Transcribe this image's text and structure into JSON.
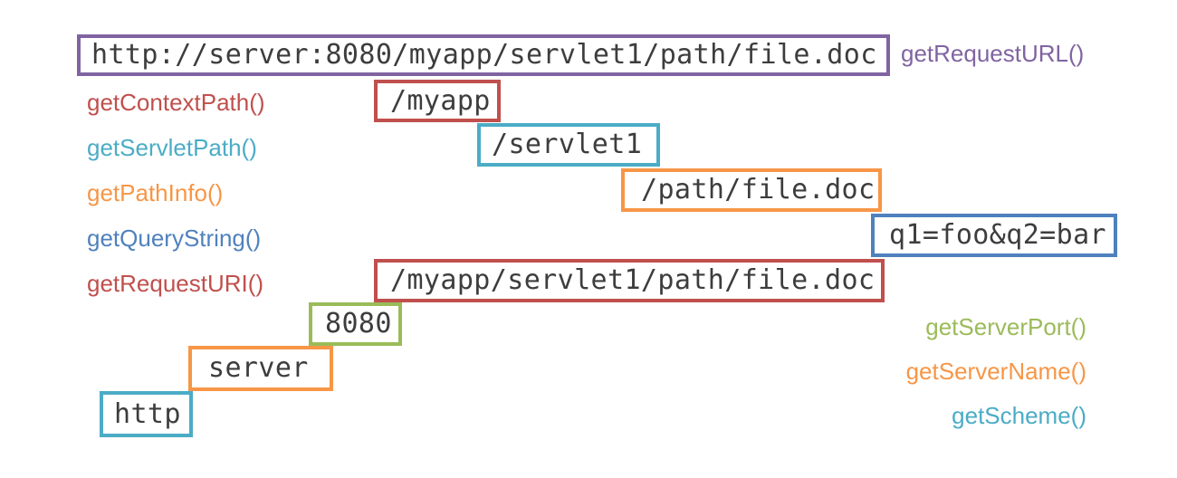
{
  "palette": {
    "purple": "#8064a2",
    "red": "#c0504d",
    "teal": "#4bacc6",
    "orange": "#f79646",
    "blue": "#4f81bd",
    "green": "#9bbb59",
    "code_text": "#3d3d3d",
    "background": "#ffffff"
  },
  "values": {
    "request_url": "http://server:8080/myapp/servlet1/path/file.doc",
    "context_path": "/myapp",
    "servlet_path": "/servlet1",
    "path_info": "/path/file.doc",
    "query_string": "q1=foo&q2=bar",
    "request_uri": "/myapp/servlet1/path/file.doc",
    "server_port": "8080",
    "server_name": "server",
    "scheme": "http"
  },
  "labels": {
    "request_url": "getRequestURL()",
    "context_path": "getContextPath()",
    "servlet_path": "getServletPath()",
    "path_info": "getPathInfo()",
    "query_string": "getQueryString()",
    "request_uri": "getRequestURI()",
    "server_port": "getServerPort()",
    "server_name": "getServerName()",
    "scheme": "getScheme()"
  }
}
